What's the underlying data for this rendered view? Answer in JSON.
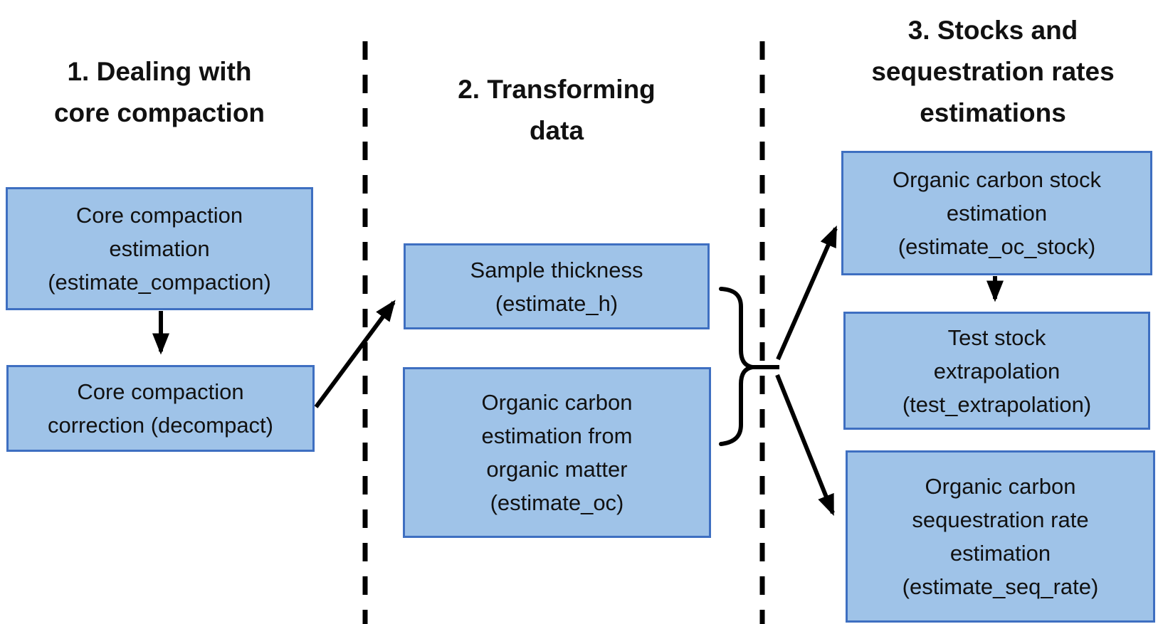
{
  "diagram": {
    "styles": {
      "node_fill": "#9FC3E8",
      "node_border": "#3E6FC1",
      "line_color": "#000000",
      "text_color": "#111111",
      "background": "#FFFFFF"
    },
    "sections": [
      {
        "title": "1. Dealing with\ncore compaction",
        "nodes": [
          {
            "label": "Core compaction\nestimation\n(estimate_compaction)"
          },
          {
            "label": "Core compaction\ncorrection (decompact)"
          }
        ]
      },
      {
        "title": "2. Transforming\ndata",
        "nodes": [
          {
            "label": "Sample thickness\n(estimate_h)"
          },
          {
            "label": "Organic carbon\nestimation from\norganic matter\n(estimate_oc)"
          }
        ]
      },
      {
        "title": "3. Stocks and\nsequestration rates\nestimations",
        "nodes": [
          {
            "label": "Organic carbon stock\nestimation\n(estimate_oc_stock)"
          },
          {
            "label": "Test stock\nextrapolation\n(test_extrapolation)"
          },
          {
            "label": "Organic carbon\nsequestration rate\nestimation\n(estimate_seq_rate)"
          }
        ]
      }
    ]
  }
}
